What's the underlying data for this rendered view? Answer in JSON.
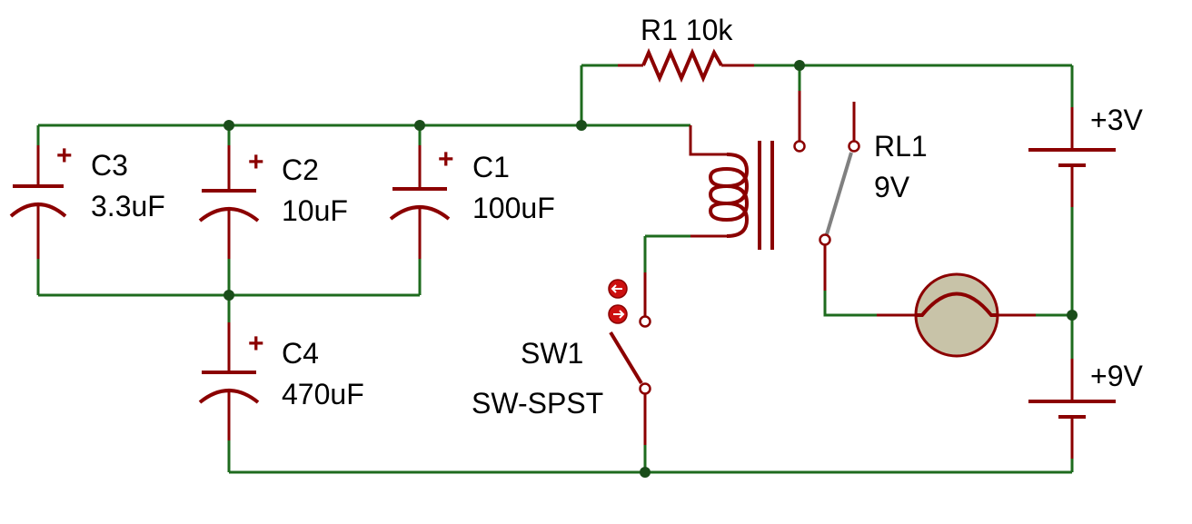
{
  "colors": {
    "wire": "#1e6b1e",
    "component": "#8b0000",
    "junction": "#1a4d1a",
    "lamp_fill": "#c8c3a8",
    "relay_arm": "#808080"
  },
  "components": {
    "r1": {
      "ref": "R1",
      "value": "10k",
      "label": "R1 10k"
    },
    "c1": {
      "ref": "C1",
      "value": "100uF"
    },
    "c2": {
      "ref": "C2",
      "value": "10uF"
    },
    "c3": {
      "ref": "C3",
      "value": "3.3uF"
    },
    "c4": {
      "ref": "C4",
      "value": "470uF"
    },
    "rl1": {
      "ref": "RL1",
      "value": "9V"
    },
    "sw1": {
      "ref": "SW1",
      "value": "SW-SPST"
    },
    "bat1": {
      "value": "+3V"
    },
    "bat2": {
      "value": "+9V"
    }
  },
  "polarity_mark": "+",
  "icons": [
    "resistor-icon",
    "capacitor-icon",
    "relay-coil-icon",
    "relay-contact-icon",
    "switch-icon",
    "lamp-icon",
    "battery-icon",
    "toggle-arrow-icon"
  ]
}
